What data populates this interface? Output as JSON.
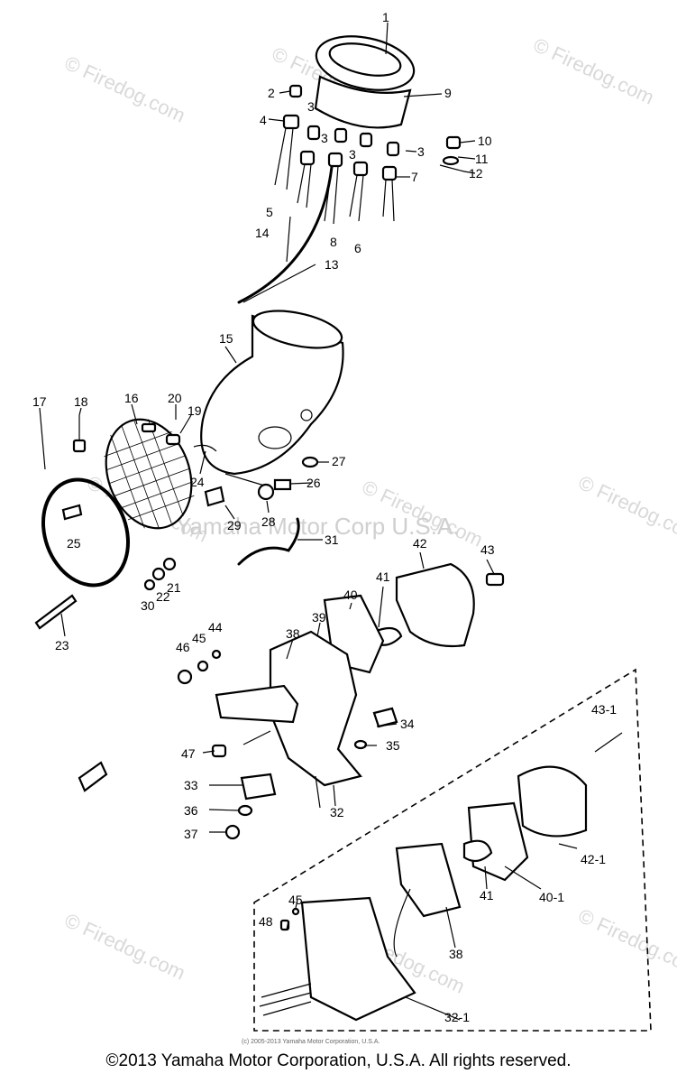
{
  "watermarks": {
    "site": "© Firedog.com",
    "company": "Yamaha Motor Corp U.S.A.",
    "small_notice": "(c) 2005-2013 Yamaha Motor Corporation, U.S.A."
  },
  "copyright": "©2013 Yamaha Motor Corporation, U.S.A. All rights reserved.",
  "callouts": [
    "1",
    "2",
    "3",
    "3",
    "3",
    "3",
    "4",
    "5",
    "6",
    "7",
    "8",
    "9",
    "10",
    "11",
    "12",
    "13",
    "14",
    "15",
    "16",
    "17",
    "18",
    "19",
    "20",
    "21",
    "22",
    "23",
    "24",
    "25",
    "26",
    "27",
    "28",
    "29",
    "30",
    "31",
    "32",
    "33",
    "34",
    "35",
    "36",
    "37",
    "38",
    "39",
    "40",
    "41",
    "42",
    "43",
    "44",
    "45",
    "46",
    "47",
    "43-1",
    "42-1",
    "41",
    "40-1",
    "45",
    "48",
    "38",
    "32-1"
  ]
}
